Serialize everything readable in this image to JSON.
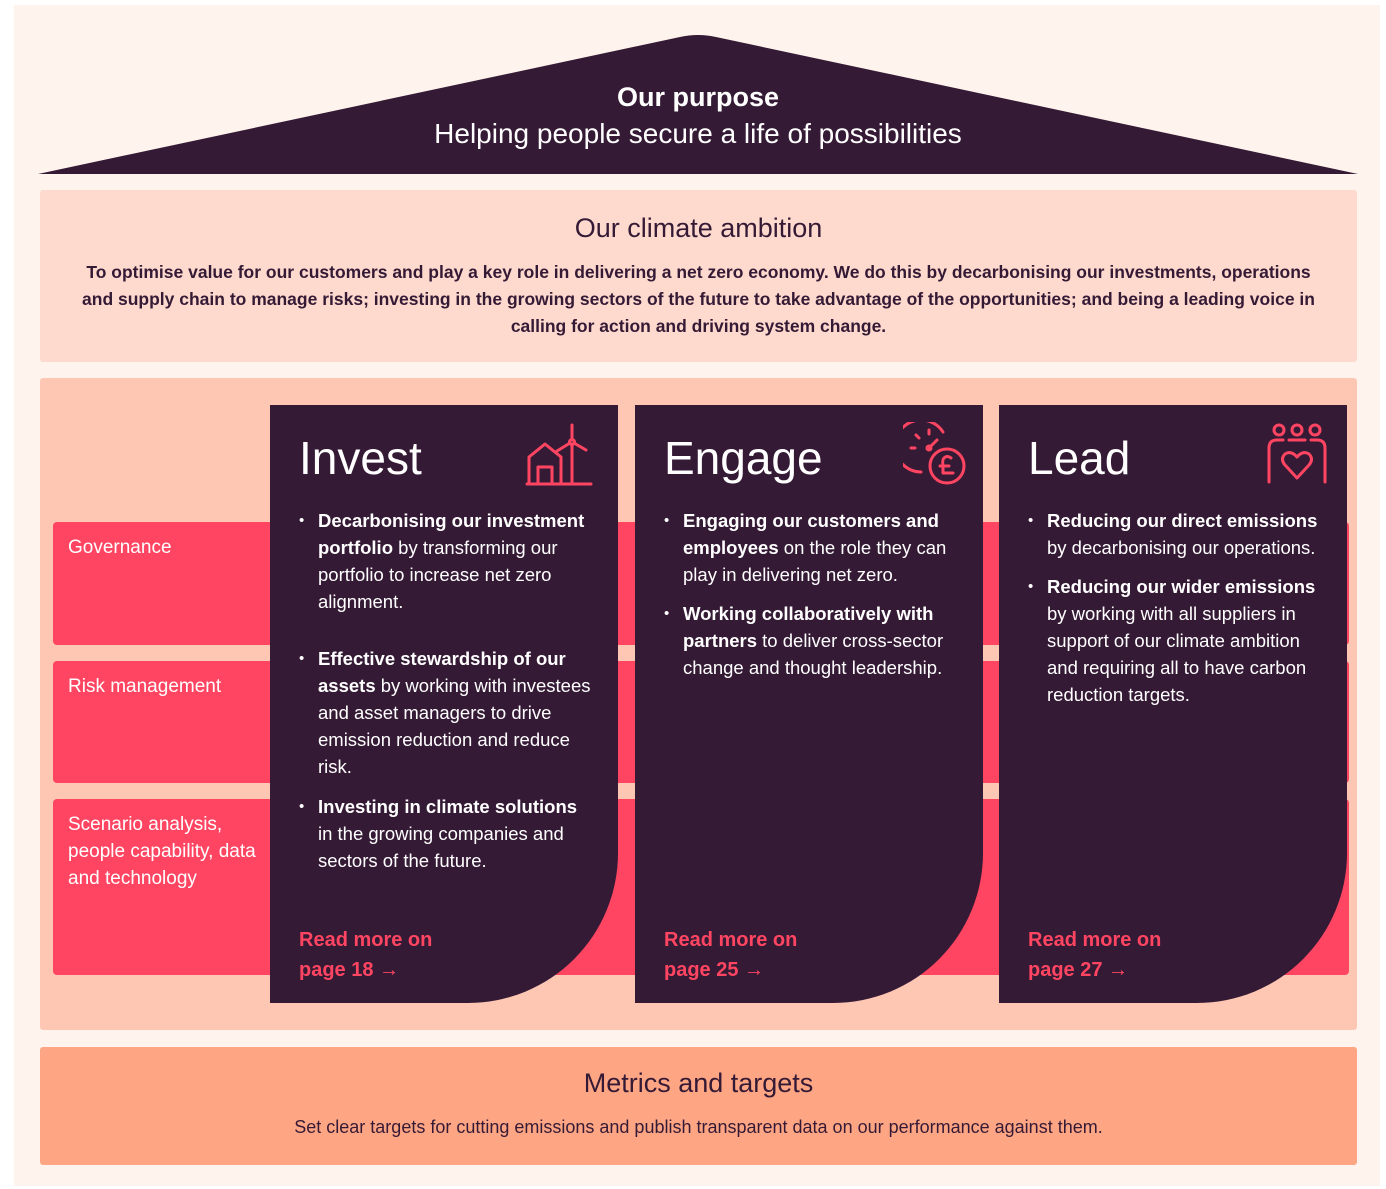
{
  "colors": {
    "dark_purple": "#351a35",
    "coral": "#ff4561",
    "peach_light": "#fdd9ce",
    "peach_mid": "#fec7b4",
    "peach_dark": "#fea584",
    "page_bg": "#fef3ed"
  },
  "purpose": {
    "title": "Our purpose",
    "subtitle": "Helping people secure a life of possibilities"
  },
  "ambition": {
    "title": "Our climate ambition",
    "text": "To optimise value for our customers and play a key role in delivering a net zero economy. We do this by decarbonising our investments, operations and supply chain to manage risks; investing in the growing sectors of the future to take advantage of the opportunities; and being a leading voice in calling for action and driving system change."
  },
  "bars": [
    {
      "label": "Governance"
    },
    {
      "label": "Risk management"
    },
    {
      "label": "Scenario analysis, people capability, data and technology"
    }
  ],
  "pillars": [
    {
      "title": "Invest",
      "icon": "house-wind-turbine-icon",
      "items": [
        {
          "bold": "Decarbonising our investment portfolio",
          "rest": " by transforming our portfolio to increase net zero alignment."
        },
        {
          "bold": "Effective stewardship of our assets",
          "rest": " by working with investees and asset managers to drive emission reduction and reduce risk."
        },
        {
          "bold": "Investing in climate solutions",
          "rest": " in the growing companies and sectors of the future."
        }
      ],
      "read_more_line1": "Read more on",
      "read_more_line2": "page 18",
      "arrow": "→"
    },
    {
      "title": "Engage",
      "icon": "clock-pound-icon",
      "items": [
        {
          "bold": "Engaging our customers and employees",
          "rest": " on the role they can play in delivering net zero."
        },
        {
          "bold": "Working collaboratively with partners",
          "rest": " to deliver cross-sector change and thought leadership."
        }
      ],
      "read_more_line1": "Read more on",
      "read_more_line2": "page 25",
      "arrow": "→"
    },
    {
      "title": "Lead",
      "icon": "people-heart-icon",
      "items": [
        {
          "bold": "Reducing our direct emissions",
          "rest": " by decarbonising our operations."
        },
        {
          "bold": "Reducing our wider emissions",
          "rest": " by working with all suppliers in support of our climate ambition and requiring all to have carbon reduction targets."
        }
      ],
      "read_more_line1": "Read more on",
      "read_more_line2": "page 27",
      "arrow": "→"
    }
  ],
  "metrics": {
    "title": "Metrics and targets",
    "text": "Set clear targets for cutting emissions and publish transparent data on our performance against them."
  }
}
